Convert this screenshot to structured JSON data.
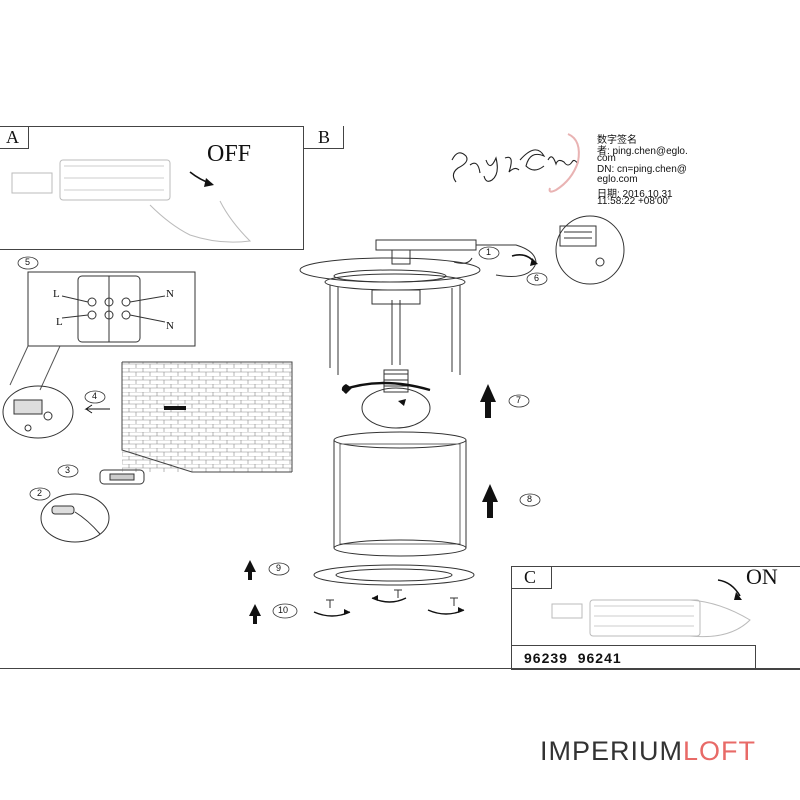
{
  "panels": {
    "a": {
      "letter": "A",
      "action": "OFF"
    },
    "b": {
      "letter": "B"
    },
    "c": {
      "letter": "C",
      "action": "ON"
    }
  },
  "signature": {
    "line1": "数字签名",
    "line2": "者: ping.chen@eglo.",
    "line3": "com",
    "line4": "DN: cn=ping.chen@",
    "line5": "eglo.com",
    "line6": "日期: 2016.10.31",
    "line7": "11:58:22 +08'00'"
  },
  "wiring": {
    "l_top": "L",
    "l_bottom": "L",
    "n_top": "N",
    "n_bottom": "N"
  },
  "steps": [
    "1",
    "2",
    "3",
    "4",
    "5",
    "6",
    "7",
    "8",
    "9",
    "10"
  ],
  "model_numbers": "96239  96241",
  "brand": {
    "part1": "IMPERIUM",
    "part2": "LOFT",
    "accent_color": "#e86a67",
    "main_color": "#333333"
  }
}
